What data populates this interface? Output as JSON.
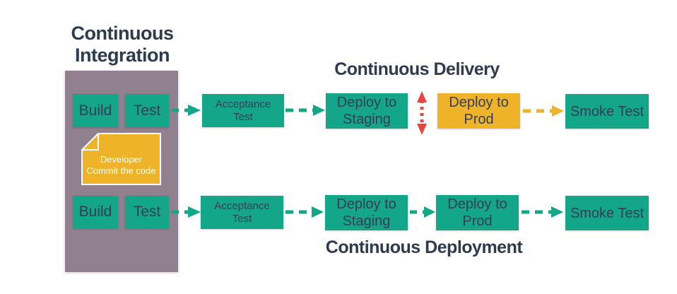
{
  "titles": {
    "integration": "Continuous Integration",
    "delivery": "Continuous Delivery",
    "deployment": "Continuous Deployment"
  },
  "ci": {
    "build_top": "Build",
    "test_top": "Test",
    "build_bottom": "Build",
    "test_bottom": "Test",
    "note_line1": "Developer",
    "note_line2": "Commit the code"
  },
  "delivery": {
    "acceptance_line1": "Acceptance",
    "acceptance_line2": "Test",
    "staging_line1": "Deploy to",
    "staging_line2": "Staging",
    "prod_line1": "Deploy to",
    "prod_line2": "Prod",
    "smoke": "Smoke Test"
  },
  "deployment": {
    "acceptance_line1": "Acceptance",
    "acceptance_line2": "Test",
    "staging_line1": "Deploy to",
    "staging_line2": "Staging",
    "prod_line1": "Deploy to",
    "prod_line2": "Prod",
    "smoke": "Smoke Test"
  },
  "colors": {
    "teal": "#13A689",
    "yellow": "#EFB32A",
    "panel_gray": "#91818F",
    "title_navy": "#2D3A52",
    "box_text_navy": "#343E58",
    "red_arrow": "#E8453F",
    "note_text_white": "#FFFFFF"
  }
}
